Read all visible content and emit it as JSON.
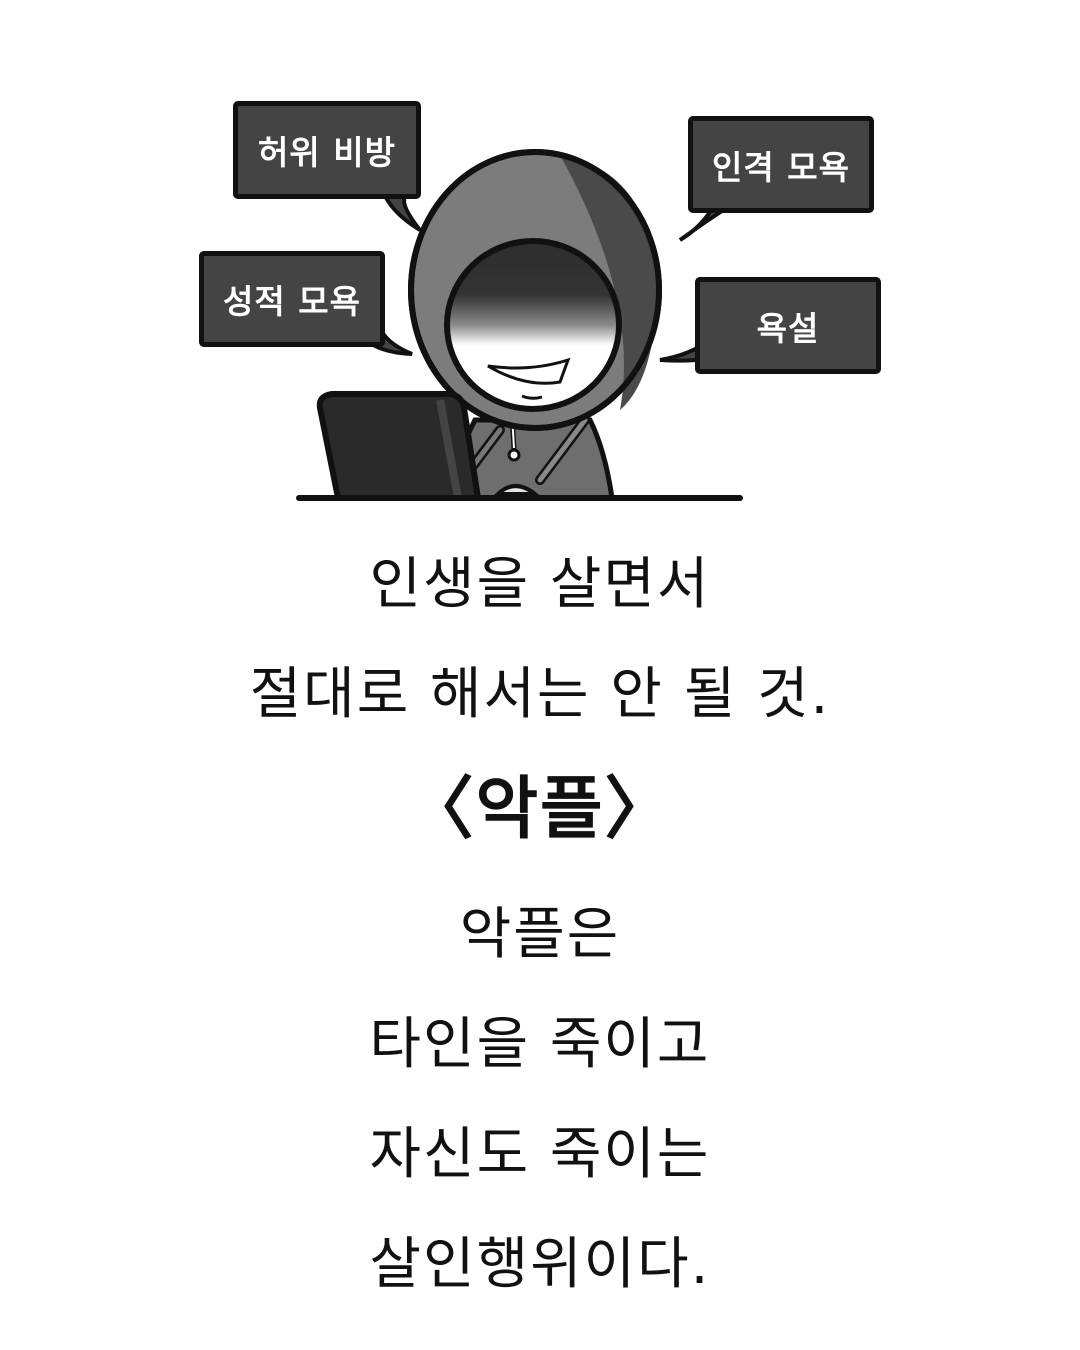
{
  "illustration": {
    "subject": "hooded-commenter-at-laptop",
    "colors": {
      "bubble_fill": "#444444",
      "bubble_border": "#111111",
      "bubble_text": "#ffffff",
      "hood_light": "#7a7a7a",
      "hood_dark": "#4a4a4a",
      "laptop": "#2a2a2a"
    },
    "speech_bubbles": [
      {
        "label": "허위 비방"
      },
      {
        "label": "인격 모욕"
      },
      {
        "label": "성적 모욕"
      },
      {
        "label": "욕설"
      }
    ]
  },
  "caption": {
    "intro_lines": [
      "인생을 살면서",
      "절대로 해서는 안 될 것."
    ],
    "title": "〈악플〉",
    "body_lines": [
      "악플은",
      "타인을 죽이고",
      "자신도 죽이는",
      "살인행위이다."
    ]
  }
}
